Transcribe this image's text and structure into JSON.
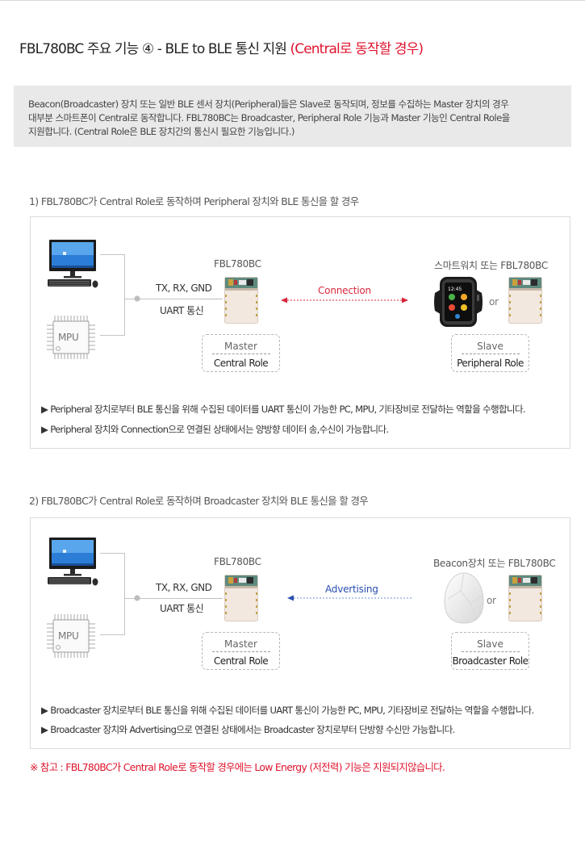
{
  "page": {
    "title_main": "FBL780BC 주요 기능 ④ - BLE to BLE 통신 지원 ",
    "title_highlight": "(Central로 동작할 경우)"
  },
  "intro": {
    "lines": [
      "Beacon(Broadcaster) 장치 또는 일반 BLE 센서 장치(Peripheral)들은 Slave로 동작되며, 정보를 수집하는 Master 장치의 경우",
      "대부분 스마트폰이 Central로 동작합니다.  FBL780BC는 Broadcaster, Peripheral Role 기능과 Master 기능인 Central Role을",
      "지원합니다.  (Central Role은 BLE 장치간의 통신시 필요한 기능입니다.)"
    ]
  },
  "section1": {
    "heading": "1) FBL780BC가 Central Role로 동작하며 Peripheral 장치와 BLE 통신을 할 경우",
    "mpu_label": "MPU",
    "link_top": "TX, RX, GND",
    "link_bottom": "UART 통신",
    "left_device": "FBL780BC",
    "arrow_label": "Connection",
    "right_device": "스마트워치 또는 FBL780BC",
    "or_label": "or",
    "left_role": {
      "top": "Master",
      "bottom": "Central Role"
    },
    "right_role": {
      "top": "Slave",
      "bottom": "Peripheral Role"
    },
    "bullets": [
      "▶ Peripheral 장치로부터 BLE 통신을 위해 수집된 데이터를 UART 통신이 가능한 PC, MPU, 기타장비로 전달하는 역할을 수행합니다.",
      "▶ Peripheral 장치와 Connection으로 연결된 상태에서는 양방향 데이터 송,수신이 가능합니다."
    ]
  },
  "section2": {
    "heading": "2) FBL780BC가 Central Role로 동작하며 Broadcaster 장치와 BLE 통신을 할 경우",
    "mpu_label": "MPU",
    "link_top": "TX, RX, GND",
    "link_bottom": "UART 통신",
    "left_device": "FBL780BC",
    "arrow_label": "Advertising",
    "right_device": "Beacon장치 또는 FBL780BC",
    "or_label": "or",
    "left_role": {
      "top": "Master",
      "bottom": "Central Role"
    },
    "right_role": {
      "top": "Slave",
      "bottom": "Broadcaster Role"
    },
    "bullets": [
      "▶ Broadcaster 장치로부터 BLE 통신을 위해 수집된 데이터를 UART 통신이 가능한 PC, MPU, 기타장비로 전달하는 역할을 수행합니다.",
      "▶ Broadcaster 장치와 Advertising으로 연결된 상태에서는 Broadcaster 장치로부터 단방향 수신만 가능합니다."
    ]
  },
  "footnote": "※ 참고 : FBL780BC가 Central Role로 동작할 경우에는 Low Energy (저전력) 기능은 지원되지않습니다.",
  "colors": {
    "accent_red": "#e0142d",
    "connection_red": "#d8283c",
    "advertising_blue": "#2a4fb0",
    "intro_bg": "#e9e9e9",
    "module_board": "#f2e6dc"
  },
  "icons": {
    "pc": "desktop-computer-icon",
    "mpu": "chip-icon",
    "module": "ble-module-icon",
    "watch": "smartwatch-icon",
    "beacon": "beacon-icon"
  }
}
